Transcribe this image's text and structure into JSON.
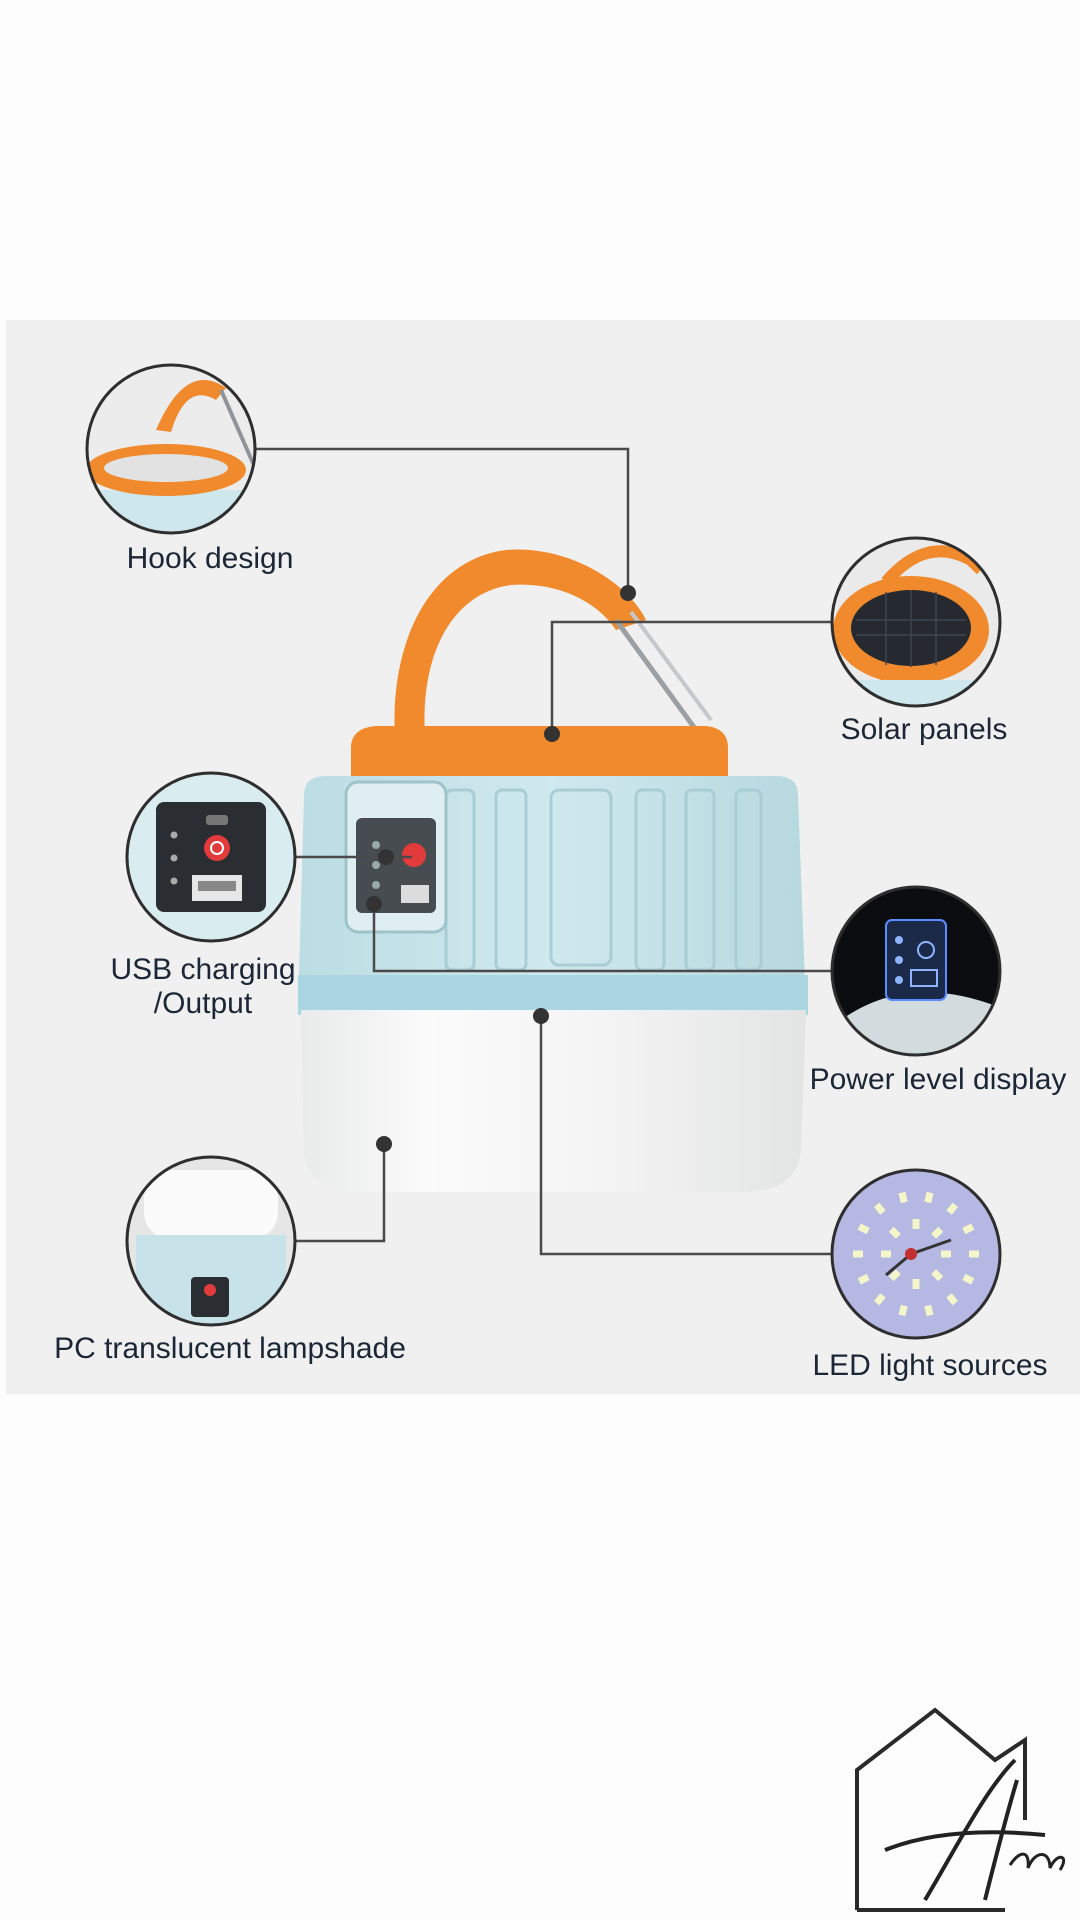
{
  "features": {
    "hook": {
      "label": "Hook design",
      "icon": "hook-detail-icon"
    },
    "solar": {
      "label": "Solar panels",
      "icon": "solar-panel-detail-icon"
    },
    "usb": {
      "label_line1": "USB charging",
      "label_line2": "/Output",
      "icon": "usb-port-detail-icon"
    },
    "power": {
      "label": "Power level display",
      "icon": "power-level-detail-icon"
    },
    "shade": {
      "label": "PC translucent lampshade",
      "icon": "lampshade-detail-icon"
    },
    "led": {
      "label": "LED light sources",
      "icon": "led-array-detail-icon"
    }
  },
  "colors": {
    "orange": "#f08a2c",
    "lamp_blue": "#c9e6ec",
    "shade_white": "#f7f7f7",
    "callout_line": "#4a4a4a",
    "text": "#1b2636"
  },
  "watermark": {
    "icon": "house-signature-logo-icon"
  }
}
